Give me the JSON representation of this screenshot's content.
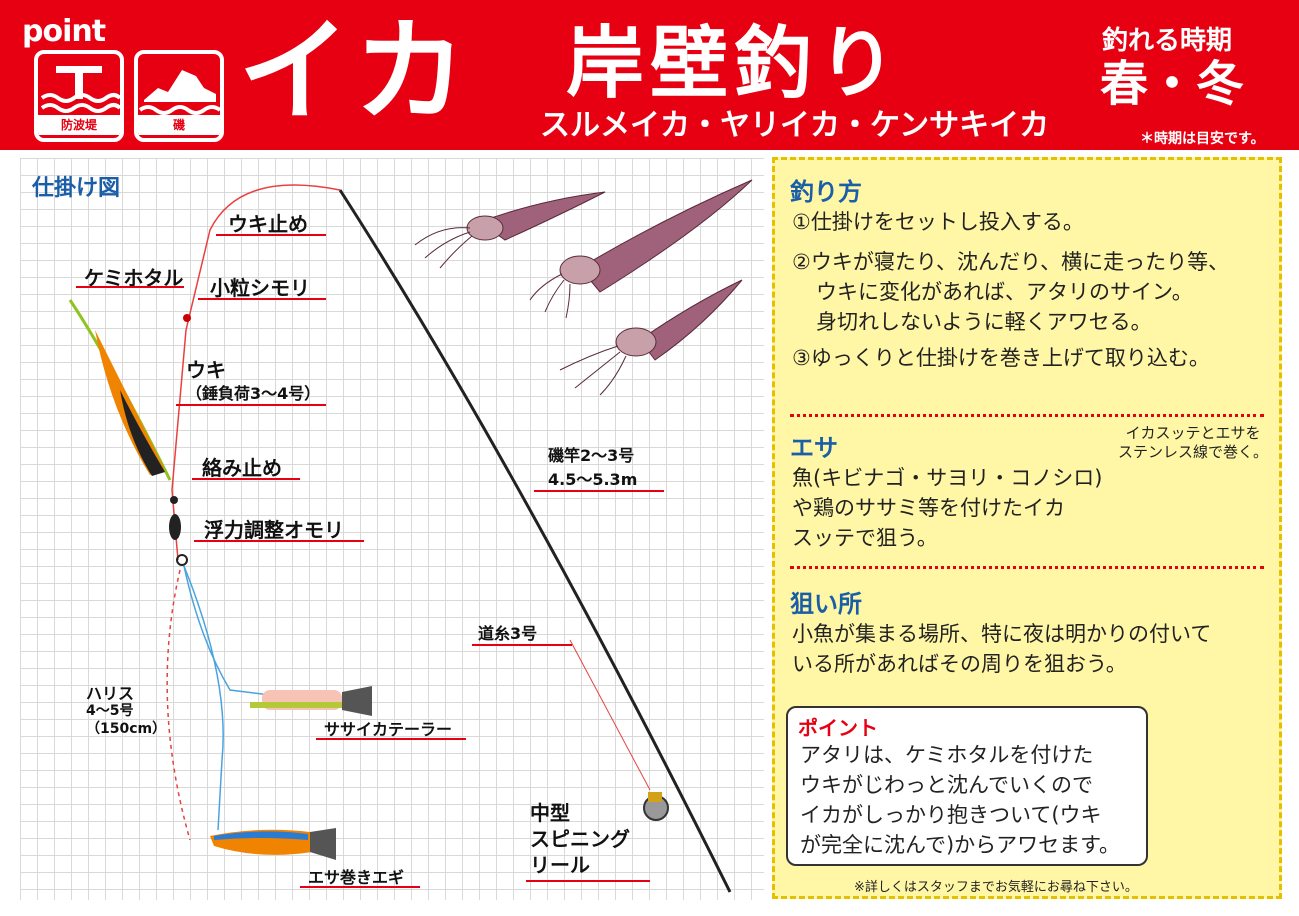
{
  "header": {
    "logo": "point",
    "icon_breakwater": "防波堤",
    "icon_rock": "磯",
    "title_main": "イカ",
    "title_sub": "岸壁釣り",
    "species": "スルメイカ・ヤリイカ・ケンサキイカ",
    "season_label": "釣れる時期",
    "season_value": "春・冬",
    "season_note": "＊時期は目安です。"
  },
  "diagram": {
    "title": "仕掛け図",
    "uki_stop": "ウキ止め",
    "bead": "小粒シモリ",
    "light": "ケミホタル",
    "float": "ウキ",
    "float_load": "（錘負荷3～4号）",
    "tangle_stop": "絡み止め",
    "sinker": "浮力調整オモリ",
    "rod": "磯竿2～3号",
    "rod_length": "4.5～5.3m",
    "mainline": "道糸3号",
    "leader": "ハリス",
    "leader_size": "4～5号",
    "leader_length": "（150cm）",
    "sasai": "ササイカテーラー",
    "egi": "エサ巻きエギ",
    "reel_1": "中型",
    "reel_2": "スピニング",
    "reel_3": "リール"
  },
  "howto": {
    "title": "釣り方",
    "step1": "①仕掛けをセットし投入する。",
    "step2a": "②ウキが寝たり、沈んだり、横に走ったり等、",
    "step2b": "ウキに変化があれば、アタリのサイン。",
    "step2c": "身切れしないように軽くアワセる。",
    "step3": "③ゆっくりと仕掛けを巻き上げて取り込む。"
  },
  "bait": {
    "title": "エサ",
    "line1": "魚(キビナゴ・サヨリ・コノシロ)",
    "line2": "や鶏のササミ等を付けたイカ",
    "line3": "スッテで狙う。",
    "note1": "イカスッテとエサを",
    "note2": "ステンレス線で巻く。"
  },
  "spot": {
    "title": "狙い所",
    "line1": "小魚が集まる場所、特に夜は明かりの付いて",
    "line2": "いる所があればその周りを狙おう。"
  },
  "point": {
    "title": "ポイント",
    "line1": "アタリは、ケミホタルを付けた",
    "line2": "ウキがじわっと沈んでいくので",
    "line3": "イカがしっかり抱きついて(ウキ",
    "line4": "が完全に沈んで)からアワセます。"
  },
  "footer": "※詳しくはスタッフまでお気軽にお尋ね下さい。",
  "colors": {
    "brand_red": "#e60012",
    "blue_heading": "#1a5ea8",
    "panel_yellow": "#fff7a6"
  }
}
